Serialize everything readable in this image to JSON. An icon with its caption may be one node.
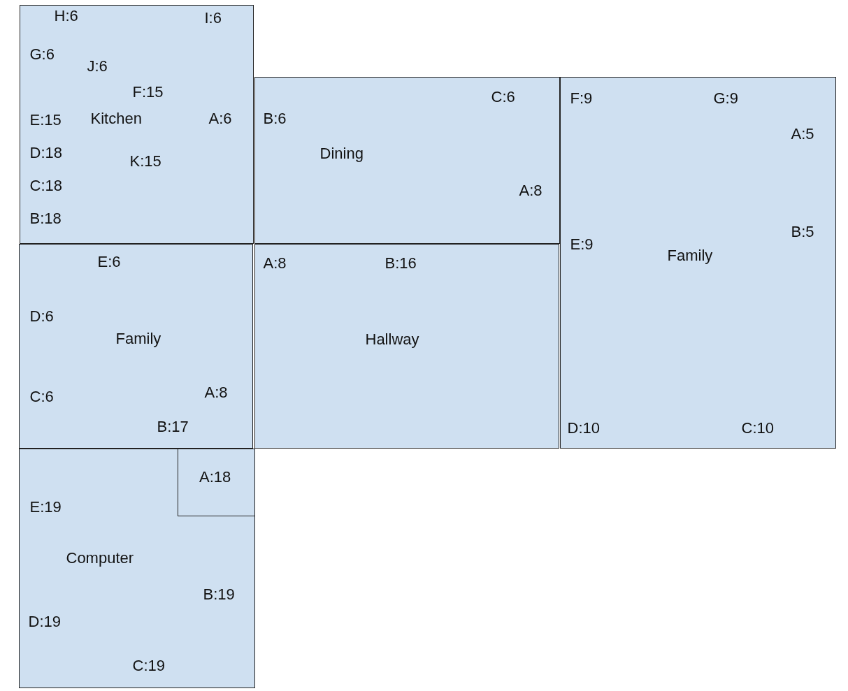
{
  "diagram": {
    "nodes": [
      {
        "text": [
          "H:6",
          "I:6",
          "G:6",
          "J:6",
          "F:15",
          "E:15",
          "Kitchen",
          "A:6",
          "D:18",
          "K:15",
          "C:18",
          "B:18"
        ]
      },
      {
        "text": [
          "C:6",
          "B:6",
          "Dining",
          "A:8"
        ]
      },
      {
        "text": [
          "F:9",
          "G:9",
          "A:5",
          "B:5",
          "E:9",
          "Family",
          "D:10",
          "C:10"
        ]
      },
      {
        "text": [
          "E:6",
          "D:6",
          "Family",
          "A:8",
          "C:6",
          "B:17"
        ]
      },
      {
        "text": [
          "A:8",
          "B:16",
          "Hallway"
        ]
      },
      {
        "text": [
          "E:19",
          "Computer",
          "B:19",
          "D:19",
          "C:19"
        ]
      },
      {
        "text": [
          "A:18"
        ],
        "in": 5
      }
    ]
  }
}
